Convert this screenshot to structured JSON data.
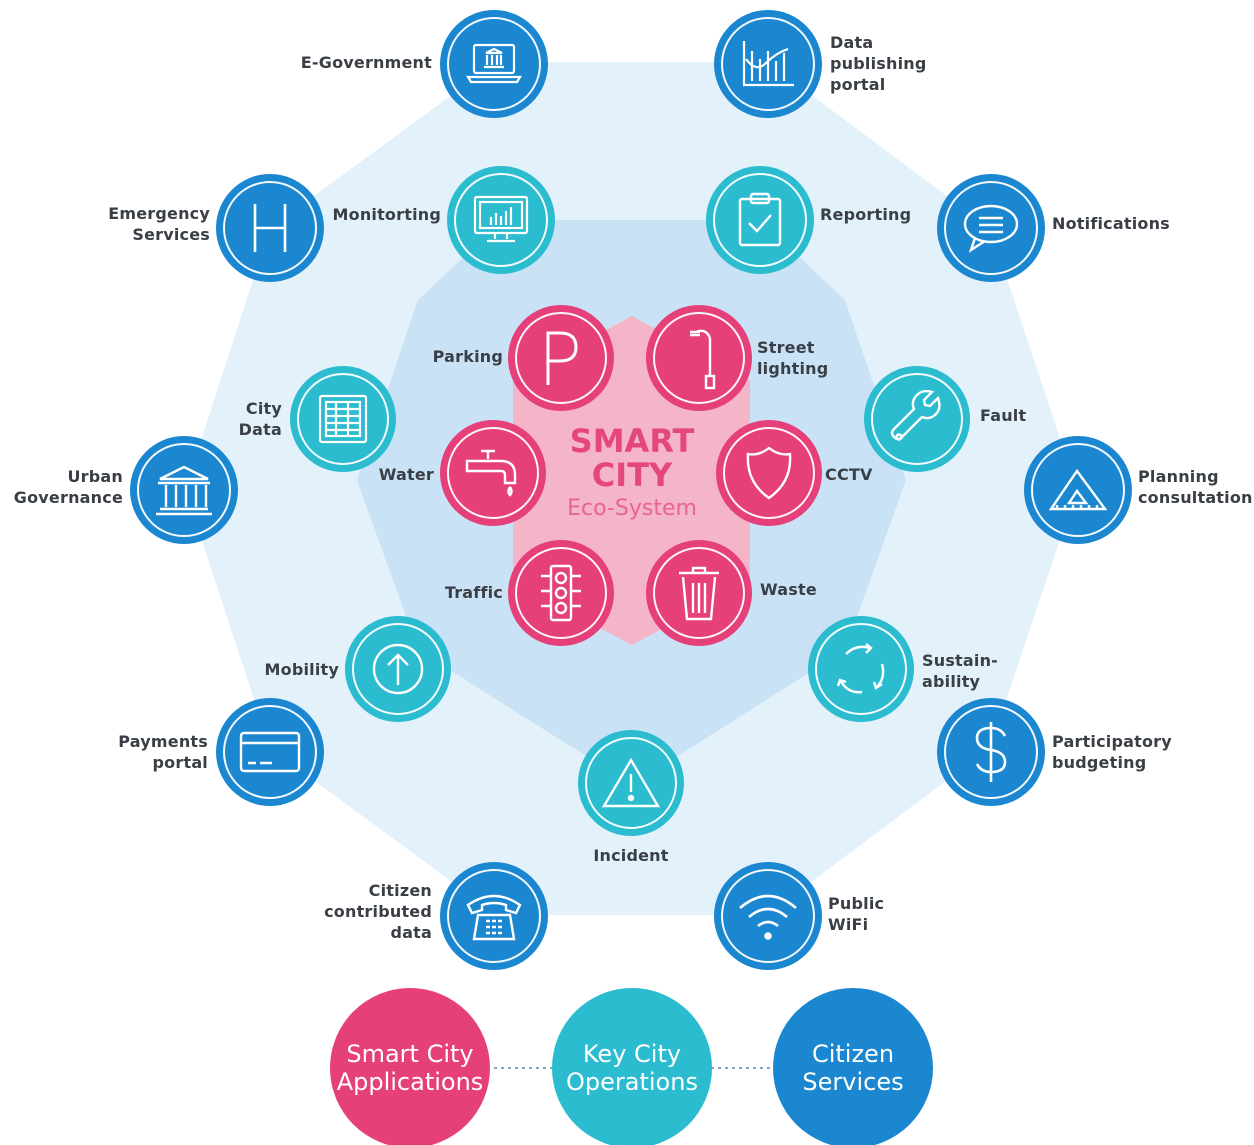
{
  "center": {
    "title": "SMART\nCITY",
    "subtitle": "Eco-System"
  },
  "nodes": {
    "e_government": "E-Government",
    "data_publishing_portal": "Data\npublishing\nportal",
    "emergency_services": "Emergency\nServices",
    "monitoring": "Monitorting",
    "reporting": "Reporting",
    "notifications": "Notifications",
    "parking": "Parking",
    "street_lighting": "Street\nlighting",
    "city_data": "City\nData",
    "fault": "Fault",
    "water": "Water",
    "cctv": "CCTV",
    "urban_governance": "Urban\nGovernance",
    "planning_consultation": "Planning\nconsultation",
    "traffic": "Traffic",
    "waste": "Waste",
    "mobility": "Mobility",
    "sustainability": "Sustain-\nability",
    "payments_portal": "Payments\nportal",
    "participatory_budgeting": "Participatory\nbudgeting",
    "incident": "Incident",
    "citizen_contributed_data": "Citizen\ncontributed\ndata",
    "public_wifi": "Public\nWiFi"
  },
  "legend": {
    "smart_city_applications": "Smart City\nApplications",
    "key_city_operations": "Key City\nOperations",
    "citizen_services": "Citizen\nServices"
  },
  "colors": {
    "citizen_services": "#1a87d0",
    "key_city_operations": "#2bbcd0",
    "smart_city_applications": "#e5407a",
    "outer_octagon": "#e3f1fa",
    "middle_octagon": "#c9e2f5",
    "inner_hexagon": "#f5b5c8"
  },
  "icons": {
    "e_government": "laptop-government-icon",
    "data_publishing_portal": "chart-icon",
    "emergency_services": "hospital-icon",
    "monitoring": "monitor-icon",
    "reporting": "clipboard-icon",
    "notifications": "speech-bubble-icon",
    "parking": "parking-icon",
    "street_lighting": "street-light-icon",
    "city_data": "spreadsheet-icon",
    "fault": "wrench-icon",
    "water": "tap-icon",
    "cctv": "shield-icon",
    "urban_governance": "government-building-icon",
    "planning_consultation": "set-square-icon",
    "traffic": "traffic-light-icon",
    "waste": "trash-bin-icon",
    "mobility": "arrow-up-icon",
    "sustainability": "recycle-icon",
    "payments_portal": "credit-card-icon",
    "participatory_budgeting": "dollar-icon",
    "incident": "warning-icon",
    "citizen_contributed_data": "telephone-icon",
    "public_wifi": "wifi-icon"
  }
}
